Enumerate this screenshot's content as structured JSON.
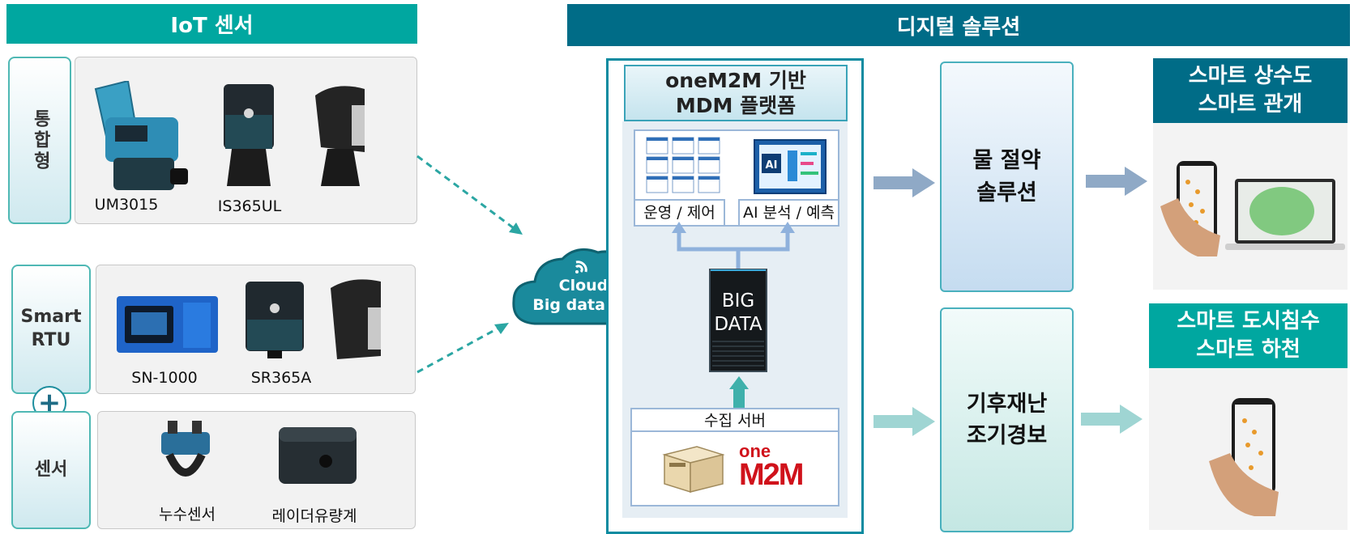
{
  "headers": {
    "iot": "IoT 센서",
    "digital": "디지털 솔루션"
  },
  "left": {
    "integrated_label": "통합형",
    "integrated_devices": [
      "UM3015",
      "IS365UL"
    ],
    "smart_rtu_label": "Smart\nRTU",
    "rtu_devices": [
      "SN-1000",
      "SR365A"
    ],
    "plus_symbol": "+",
    "sensor_label": "센서",
    "sensor_devices": [
      "누수센서",
      "레이더유량계"
    ]
  },
  "cloud": {
    "line1": "Cloud",
    "line2": "Big data, AI"
  },
  "platform": {
    "title_line1": "oneM2M 기반",
    "title_line2": "MDM 플랫폼",
    "ops_label": "운영 / 제어",
    "ai_label": "AI 분석 / 예측",
    "ai_icon_text": "AI",
    "bigdata_line1": "BIG",
    "bigdata_line2": "DATA",
    "server_label": "수집 서버",
    "onem2m_top": "one",
    "onem2m_bottom": "M2M"
  },
  "solutions": [
    {
      "line1": "물 절약",
      "line2": "솔루션"
    },
    {
      "line1": "기후재난",
      "line2": "조기경보"
    }
  ],
  "outcomes": [
    {
      "line1": "스마트 상수도",
      "line2": "스마트 관개"
    },
    {
      "line1": "스마트 도시침수",
      "line2": "스마트 하천"
    }
  ],
  "colors": {
    "teal": "#00a7a0",
    "dark_teal": "#006c87",
    "arrow_blue": "#8fa9c6",
    "arrow_teal": "#9fd5d3",
    "cloud": "#1a8a9c",
    "onem2m_red": "#d0121b"
  }
}
